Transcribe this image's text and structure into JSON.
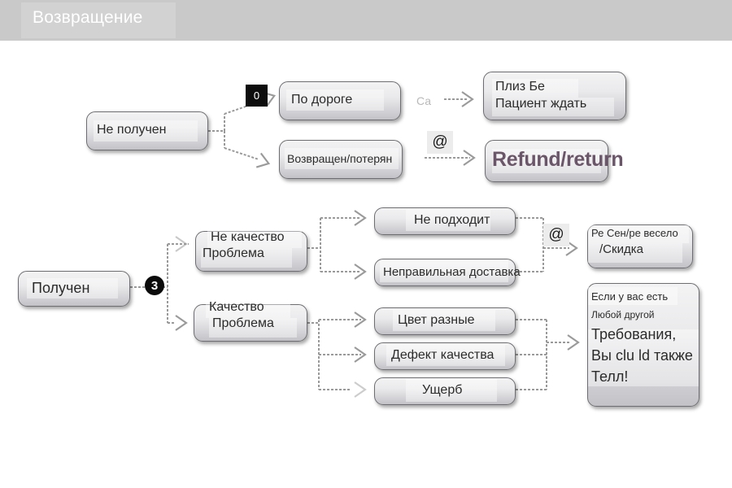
{
  "header": {
    "title": "Возвращение"
  },
  "flow": {
    "nodes": {
      "not_received": {
        "label": "Не получен"
      },
      "on_the_way": {
        "label": "По дороге"
      },
      "returned_lost": {
        "label": "Возвращен/потерян"
      },
      "please_wait": {
        "line1": "Плиз Бе",
        "line2": "Пациент ждать"
      },
      "refund_return": {
        "label": "Refund/return"
      },
      "received": {
        "label": "Получен"
      },
      "non_quality": {
        "line1": "Не качество",
        "line2": "Проблема"
      },
      "quality": {
        "line1": "Качество",
        "line2": "Проблема"
      },
      "does_not_fit": {
        "label": "Не подходит"
      },
      "wrong_delivery": {
        "label": "Неправильная доставка"
      },
      "color_different": {
        "label": "Цвет разные"
      },
      "quality_defect": {
        "label": "Дефект качества"
      },
      "damage": {
        "label": "Ущерб"
      },
      "resend_discount": {
        "line1": "Ре Сен/ре весело",
        "line2": "/Скидка"
      },
      "other_requirements": {
        "line1": "Если у вас есть",
        "line2": "Любой другой",
        "line3": "Требования,",
        "line4": "Вы clu ld также",
        "line5": "Телл!"
      }
    },
    "badges": {
      "zero": "0",
      "three": "3",
      "at_top": "@",
      "at_mid": "@",
      "ca_label": "Са"
    }
  },
  "colors": {
    "header_bg": "#c9c9c9",
    "header_text": "#ffffff",
    "node_border": "#6e6e72",
    "node_text": "#2b2b2b",
    "refund_text": "#6b5569",
    "connector": "#9a9a9a",
    "badge_dark": "#0d0d0d",
    "badge_at_bg": "#ececec",
    "label_gray": "#b9b9b9",
    "canvas": "#ffffff"
  }
}
